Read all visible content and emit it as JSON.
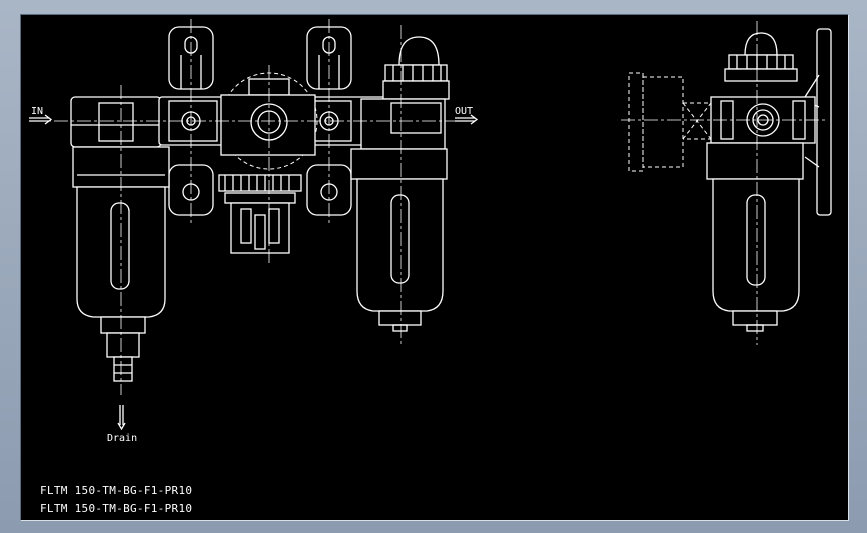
{
  "labels": {
    "inlet": "IN",
    "outlet": "OUT",
    "drain": "Drain"
  },
  "title_block": [
    "FLTM 150-TM-BG-F1-PR10",
    "FLTM 150-TM-BG-F1-PR10"
  ],
  "colors": {
    "canvas": "#000000",
    "linework": "#ffffff",
    "window_frame": "#9aa8bb"
  }
}
